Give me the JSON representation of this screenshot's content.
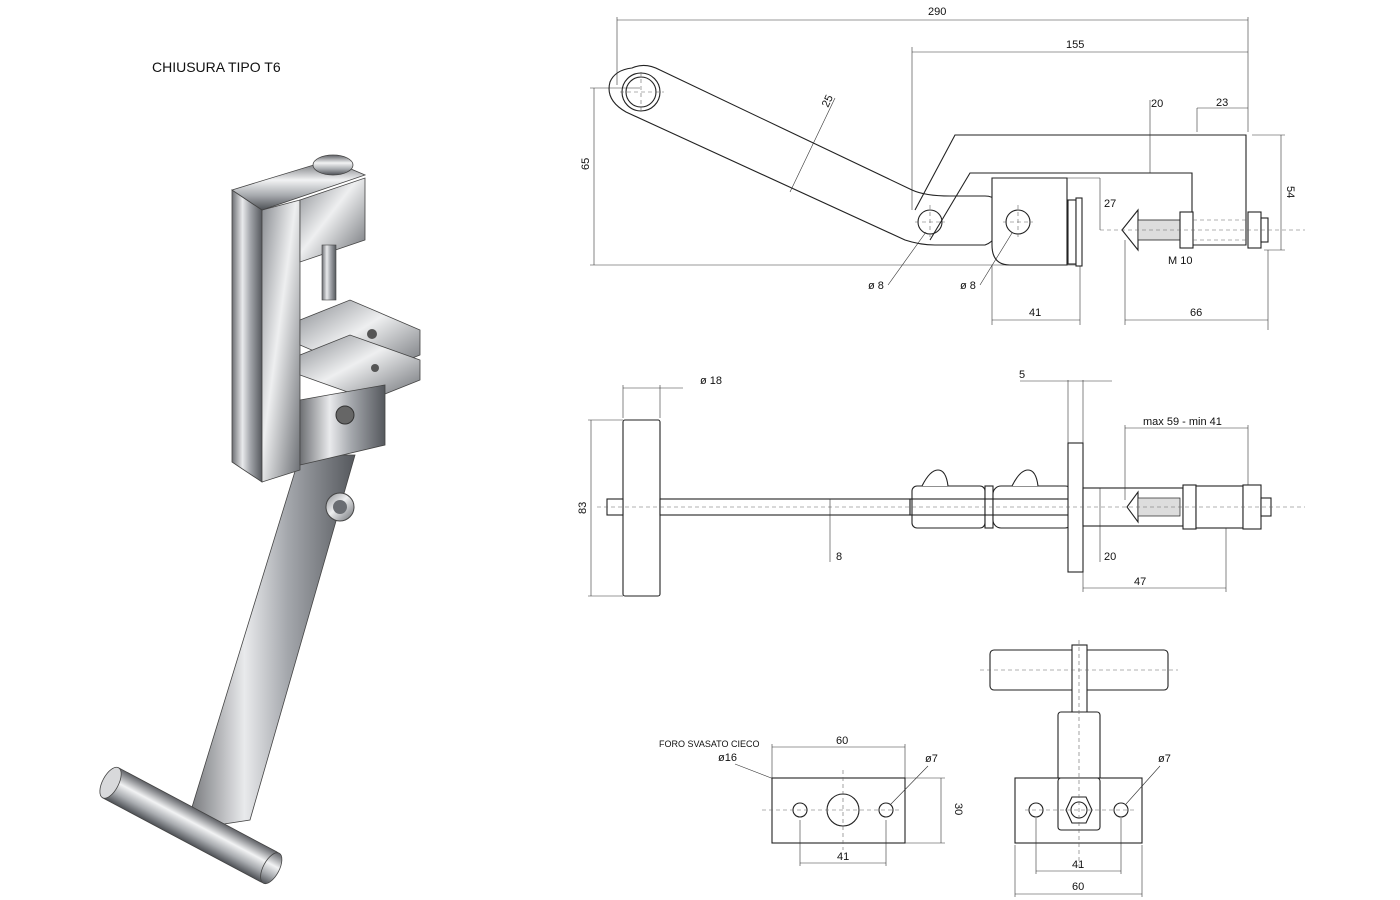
{
  "title": "CHIUSURA TIPO T6",
  "side_view": {
    "dim_total_length": "290",
    "dim_bracket_length": "155",
    "dim_height": "65",
    "dim_arm_width": "25",
    "dim_bracket_thickness": "20",
    "dim_end_offset": "23",
    "dim_bracket_height": "54",
    "dim_axis_height": "27",
    "hole_left": "ø 8",
    "hole_right": "ø 8",
    "thread": "M 10",
    "dim_block": "41",
    "dim_bolt": "66"
  },
  "top_view": {
    "dim_handle_diameter": "ø 18",
    "dim_handle_length": "83",
    "dim_plate_thickness": "5",
    "dim_adjust_range": "max 59 - min 41",
    "dim_rod": "8",
    "dim_body": "20",
    "dim_body_length": "47"
  },
  "plate_view": {
    "note": "FORO SVASATO CIECO",
    "center_hole": "ø16",
    "side_hole": "ø7",
    "dim_width": "60",
    "dim_height": "30",
    "dim_hole_spacing": "41"
  },
  "front_view": {
    "side_hole": "ø7",
    "dim_hole_spacing": "41",
    "dim_width": "60"
  }
}
